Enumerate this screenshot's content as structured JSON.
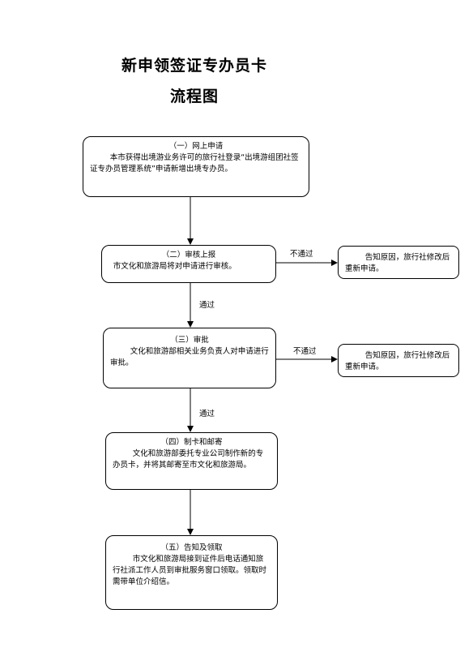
{
  "title": {
    "line1": "新申领签证专办员卡",
    "line2": "流程图"
  },
  "steps": [
    {
      "heading": "（一）网上申请",
      "body": "本市获得出境游业务许可的旅行社登录“出境游组团社签证专办员管理系统”申请新增出境专办员。"
    },
    {
      "heading": "（二）审核上报",
      "body": "市文化和旅游局将对申请进行审核。"
    },
    {
      "heading": "（三）审批",
      "body": "文化和旅游部相关业务负责人对申请进行审批。"
    },
    {
      "heading": "（四）制卡和邮寄",
      "body": "文化和旅游部委托专业公司制作新的专办员卡，并将其邮寄至市文化和旅游局。"
    },
    {
      "heading": "（五）告知及领取",
      "body": "市文化和旅游局接到证件后电话通知旅行社派工作人员到审批服务窗口领取。领取时需带单位介绍信。"
    }
  ],
  "reject": {
    "label": "不通过",
    "box_text": "告知原因，旅行社修改后重新申请。"
  },
  "pass_label": "通过"
}
